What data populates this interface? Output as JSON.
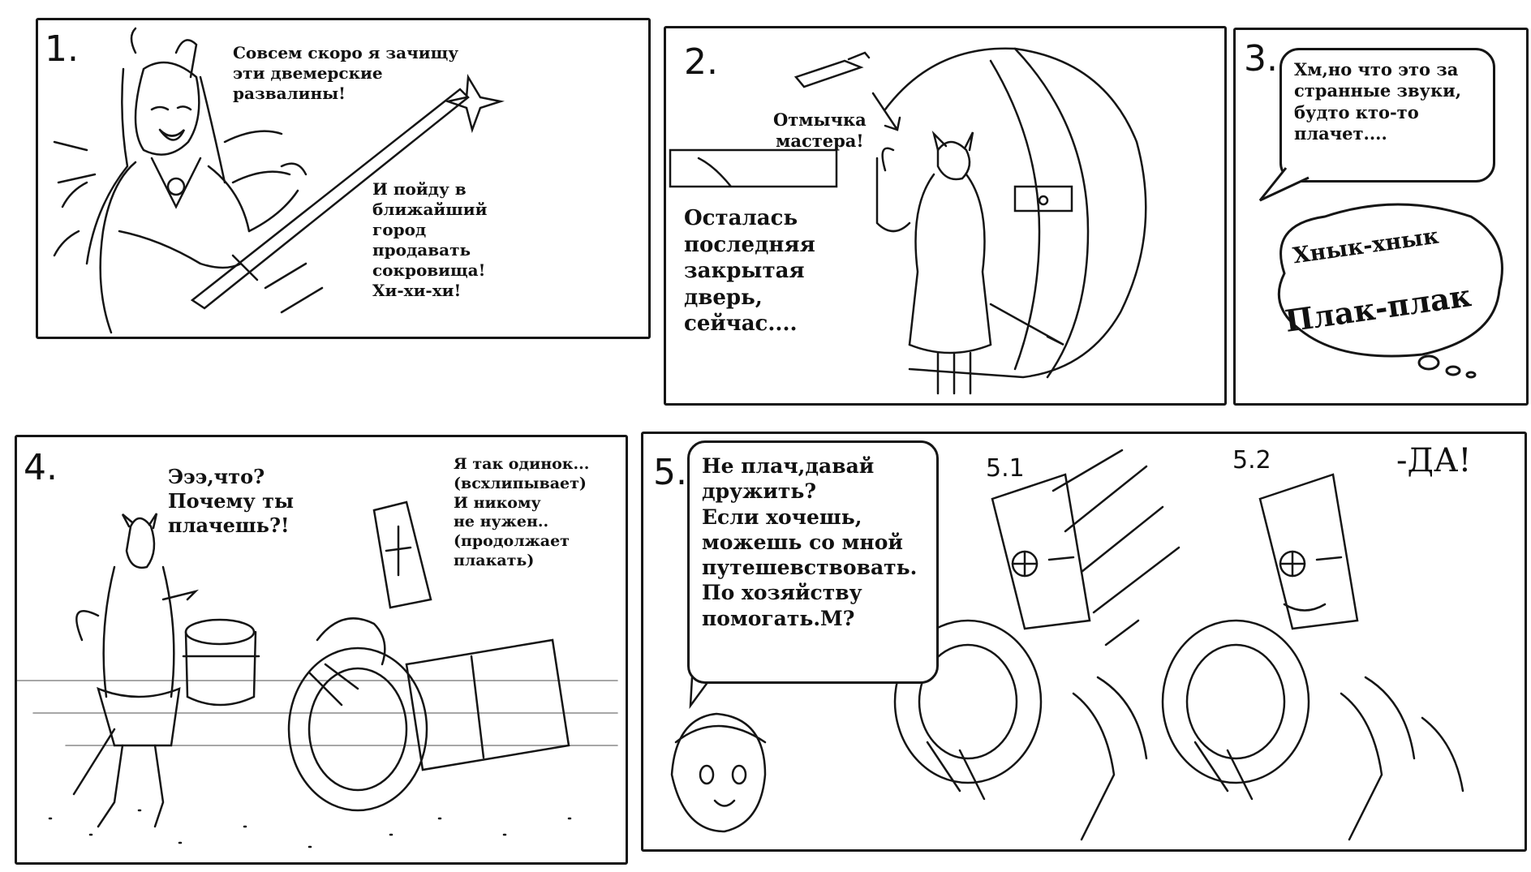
{
  "panels": [
    {
      "number": "1.",
      "lines": {
        "speech_a": "Совсем скоро я зачищу\nэти двемерские\nразвалины!",
        "speech_b": "И пойду в\nближайший\nгород\nпродавать\nсокровища!\nХи-хи-хи!"
      }
    },
    {
      "number": "2.",
      "lines": {
        "pointer_label": "Отмычка\nмастера!",
        "caption": "Осталась\nпоследняя\nзакрытая\nдверь,\nсейчас...."
      }
    },
    {
      "number": "3.",
      "lines": {
        "speech": "Хм,но что это за\n странные звуки,\nбудто кто-то\nплачет....",
        "sound_1": "Хнык-хнык",
        "sound_2": "Плак-плак"
      }
    },
    {
      "number": "4.",
      "lines": {
        "speech_girl": "Эээ,что?\nПочему ты\nплачешь?!",
        "speech_robot": "Я так одинок...\n(всхлипывает)\nИ никому\nне нужен..\n(продолжает\nплакать)"
      }
    },
    {
      "number": "5.",
      "sub_1": "5.1",
      "sub_2": "5.2",
      "lines": {
        "speech_girl": "Не плач,давай\nдружить?\nЕсли хочешь,\nможешь со мной\nпутешевствовать.\nПо хозяйству\nпомогать.М?",
        "answer": "-ДА!"
      }
    }
  ],
  "colors": {
    "ink": "#151515",
    "paper": "#ffffff",
    "gray": "#8a8a8a"
  }
}
